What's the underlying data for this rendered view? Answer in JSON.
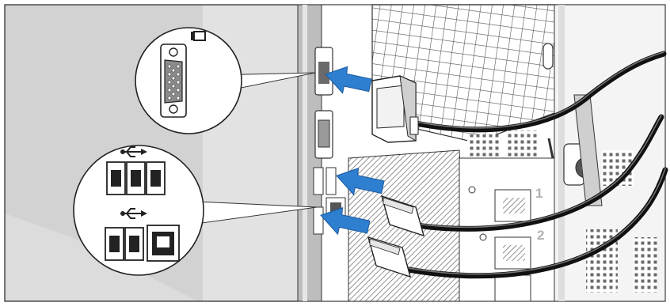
{
  "figure": {
    "callouts": [
      {
        "id": "video",
        "icon": "monitor-icon",
        "ports": [
          "vga-connector"
        ]
      },
      {
        "id": "usb-network",
        "icon": "usb-icon",
        "ports": [
          "usb-port",
          "usb-port",
          "usb-port",
          "usb-port",
          "usb-port",
          "rj45-network-port"
        ]
      }
    ],
    "arrows": [
      {
        "target": "video-connector",
        "color": "#2f7fd0"
      },
      {
        "target": "usb-connector",
        "color": "#2f7fd0"
      },
      {
        "target": "usb-or-network-connector",
        "color": "#2f7fd0"
      }
    ],
    "cables": [
      "monitor-cable",
      "keyboard-cable",
      "mouse-cable"
    ],
    "slot_labels": [
      "1",
      "2"
    ],
    "colors": {
      "arrow": "#2f7fd0",
      "background": "#d4d4d4",
      "chassis": "#ffffff",
      "cable": "#111111"
    }
  }
}
